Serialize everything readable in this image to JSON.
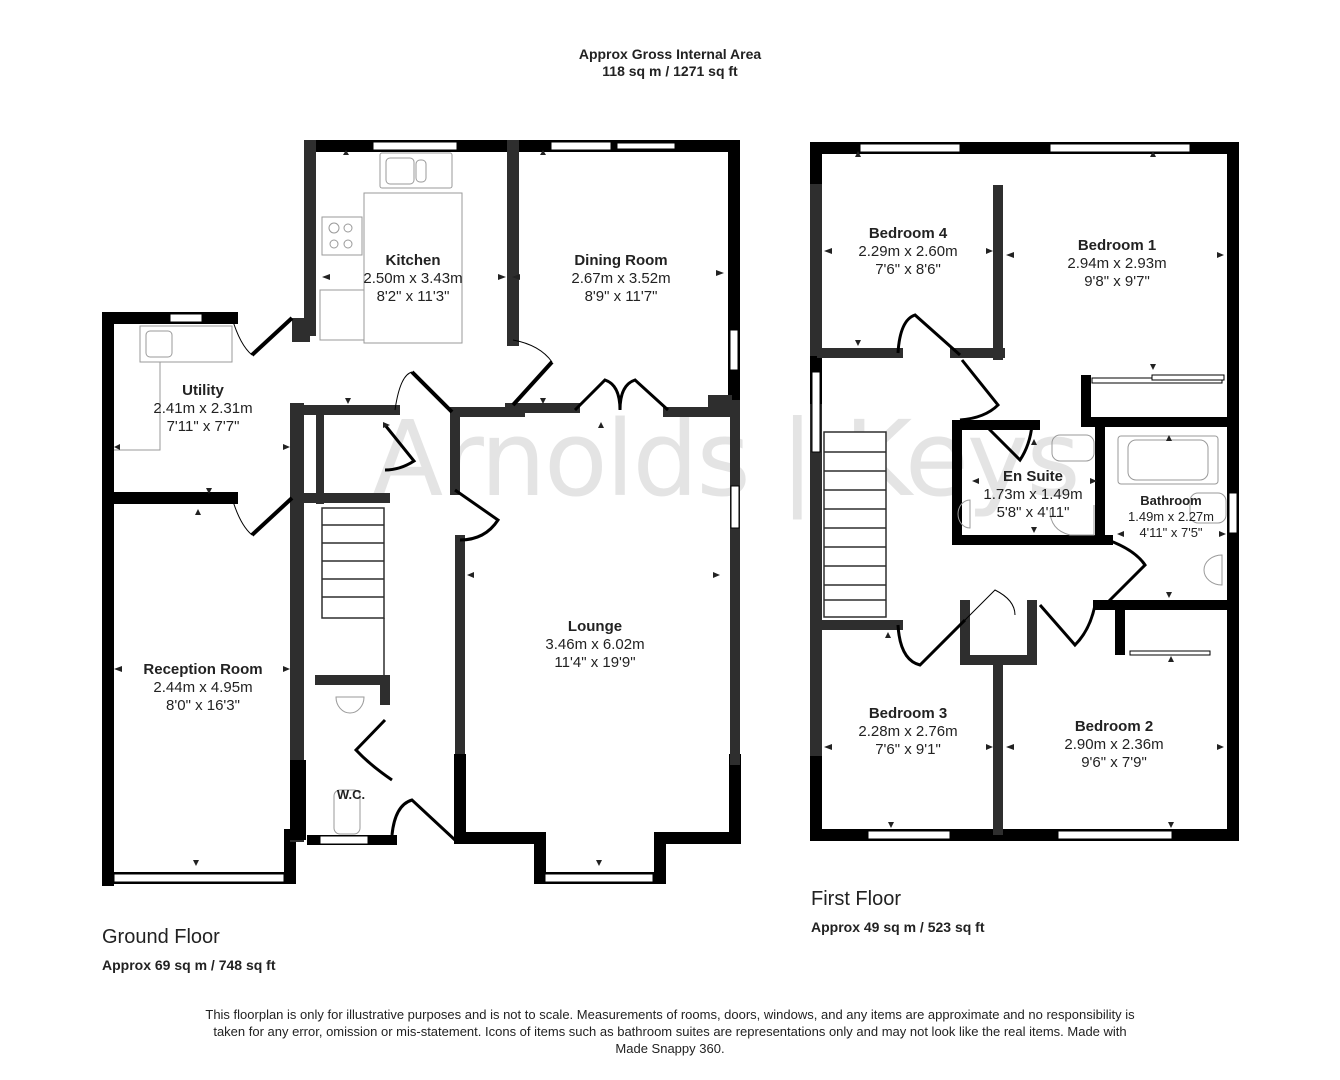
{
  "header": {
    "gross_title": "Approx Gross Internal Area",
    "gross_area": "118 sq m / 1271 sq ft"
  },
  "watermark": "Arnolds | Keys",
  "ground_floor": {
    "title": "Ground Floor",
    "area": "Approx 69 sq m / 748 sq ft",
    "rooms": [
      {
        "name": "Kitchen",
        "metric": "2.50m x 3.43m",
        "imperial": "8'2\" x 11'3\""
      },
      {
        "name": "Dining Room",
        "metric": "2.67m x 3.52m",
        "imperial": "8'9\" x 11'7\""
      },
      {
        "name": "Utility",
        "metric": "2.41m x 2.31m",
        "imperial": "7'11\" x 7'7\""
      },
      {
        "name": "Reception Room",
        "metric": "2.44m x 4.95m",
        "imperial": "8'0\" x 16'3\""
      },
      {
        "name": "Lounge",
        "metric": "3.46m x 6.02m",
        "imperial": "11'4\" x 19'9\""
      },
      {
        "name": "W.C.",
        "metric": "",
        "imperial": ""
      }
    ]
  },
  "first_floor": {
    "title": "First Floor",
    "area": "Approx 49 sq m / 523 sq ft",
    "rooms": [
      {
        "name": "Bedroom 4",
        "metric": "2.29m x 2.60m",
        "imperial": "7'6\" x 8'6\""
      },
      {
        "name": "Bedroom 1",
        "metric": "2.94m x 2.93m",
        "imperial": "9'8\" x 9'7\""
      },
      {
        "name": "En Suite",
        "metric": "1.73m x 1.49m",
        "imperial": "5'8\" x 4'11\""
      },
      {
        "name": "Bathroom",
        "metric": "1.49m x 2.27m",
        "imperial": "4'11\" x 7'5\""
      },
      {
        "name": "Bedroom 3",
        "metric": "2.28m x 2.76m",
        "imperial": "7'6\" x 9'1\""
      },
      {
        "name": "Bedroom 2",
        "metric": "2.90m x 2.36m",
        "imperial": "9'6\" x 7'9\""
      }
    ]
  },
  "disclaimer": "This floorplan is only for illustrative purposes and is not to scale. Measurements of rooms, doors, windows, and any items are approximate and no responsibility is taken for any error, omission or mis-statement. Icons of items such as bathroom suites are representations only and may not look like the real items. Made with Made Snappy 360.",
  "colors": {
    "wall_outer": "#000000",
    "wall_inner": "#2e2e2e",
    "fixture": "#9a9a9a",
    "watermark": "#e4e4e4",
    "text": "#222222"
  }
}
